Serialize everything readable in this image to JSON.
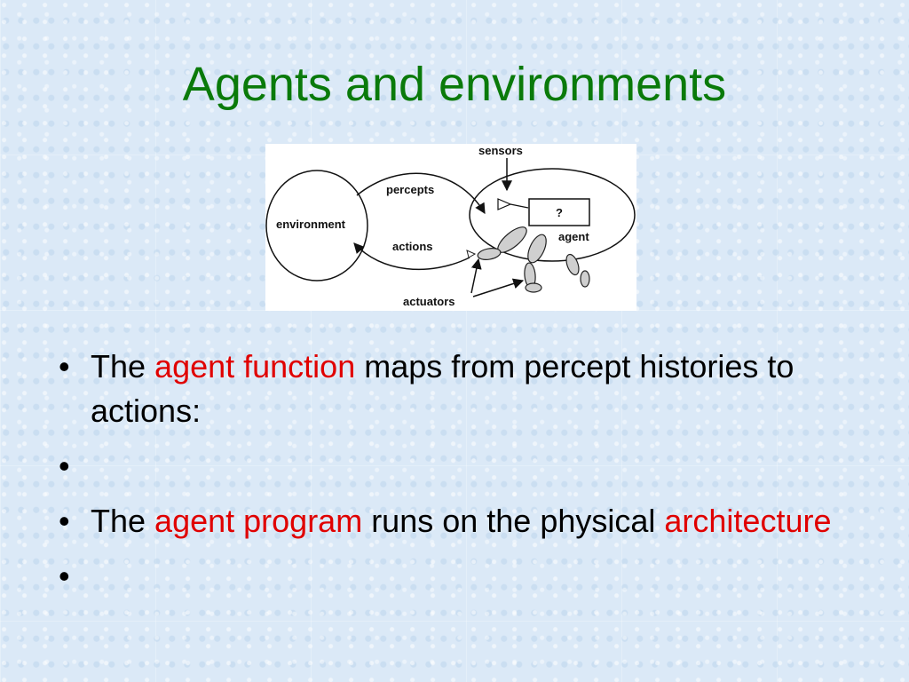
{
  "slide": {
    "title": "Agents and environments"
  },
  "figure": {
    "labels": {
      "sensors": "sensors",
      "percepts": "percepts",
      "environment": "environment",
      "actions": "actions",
      "agent": "agent",
      "unknown": "?",
      "actuators": "actuators"
    }
  },
  "bullets": [
    {
      "prefix": "The ",
      "highlight": "agent function",
      "suffix": " maps from percept histories to actions:"
    },
    {
      "text": ""
    },
    {
      "prefix": "The ",
      "highlight": "agent program",
      "mid": " runs on the physical ",
      "highlight2": "architecture"
    },
    {
      "text": ""
    }
  ],
  "colors": {
    "title": "#0a7a0a",
    "highlight": "#e00000",
    "background": "#dbe9f7"
  }
}
